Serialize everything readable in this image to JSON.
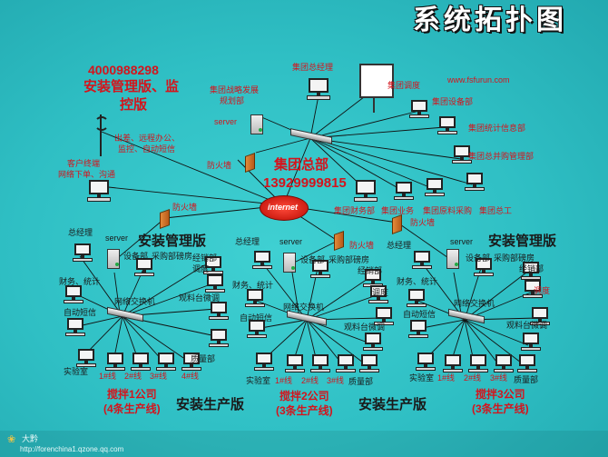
{
  "title": "系统拓扑图",
  "hotline": "4000988298",
  "mgmt_edition": [
    "安装管理版、监",
    "控版"
  ],
  "site": "www.fsfurun.com",
  "hq": {
    "label": "集团总部",
    "phone": "13929999815"
  },
  "internet": "internet",
  "firewall": "防火墙",
  "server": "server",
  "remote_features": [
    "出差、远程办公、",
    "监控、自动短信"
  ],
  "client_terminal": [
    "客户终端",
    "网络下单、沟通"
  ],
  "hq_nodes": {
    "gm": "集团总经理",
    "strategy": [
      "集团战略发展",
      "规划部"
    ],
    "dispatch": "集团调度",
    "equipment": "集团设备部",
    "stats": "集团统计信息部",
    "purchase": "集团总并购管理部",
    "finance": "集团财务部",
    "business": "集团业务",
    "materials": "集团原料采购",
    "engineer": "集团总工"
  },
  "install_mgmt": "安装管理版",
  "install_prod": "安装生产版",
  "branch": {
    "gm": "总经理",
    "equip": "设备部",
    "purchase_weigh": "采购部磅房",
    "sales": "经销部",
    "dispatch": "调度",
    "finance": "财务、统计",
    "switch": "网络交换机",
    "watch": "观料台微调",
    "sms": "自动短信",
    "lab": "实验室",
    "line1": "1#线",
    "line2": "2#线",
    "line3": "3#线",
    "line4": "4#线",
    "quality": "质量部"
  },
  "companies": [
    {
      "name": "搅拌1公司",
      "lines": "(4条生产线)"
    },
    {
      "name": "搅拌2公司",
      "lines": "(3条生产线)"
    },
    {
      "name": "搅拌3公司",
      "lines": "(3条生产线)"
    }
  ],
  "footer": {
    "brand": "大黔",
    "url": "http://forenchina1.qzone.qq.com"
  }
}
